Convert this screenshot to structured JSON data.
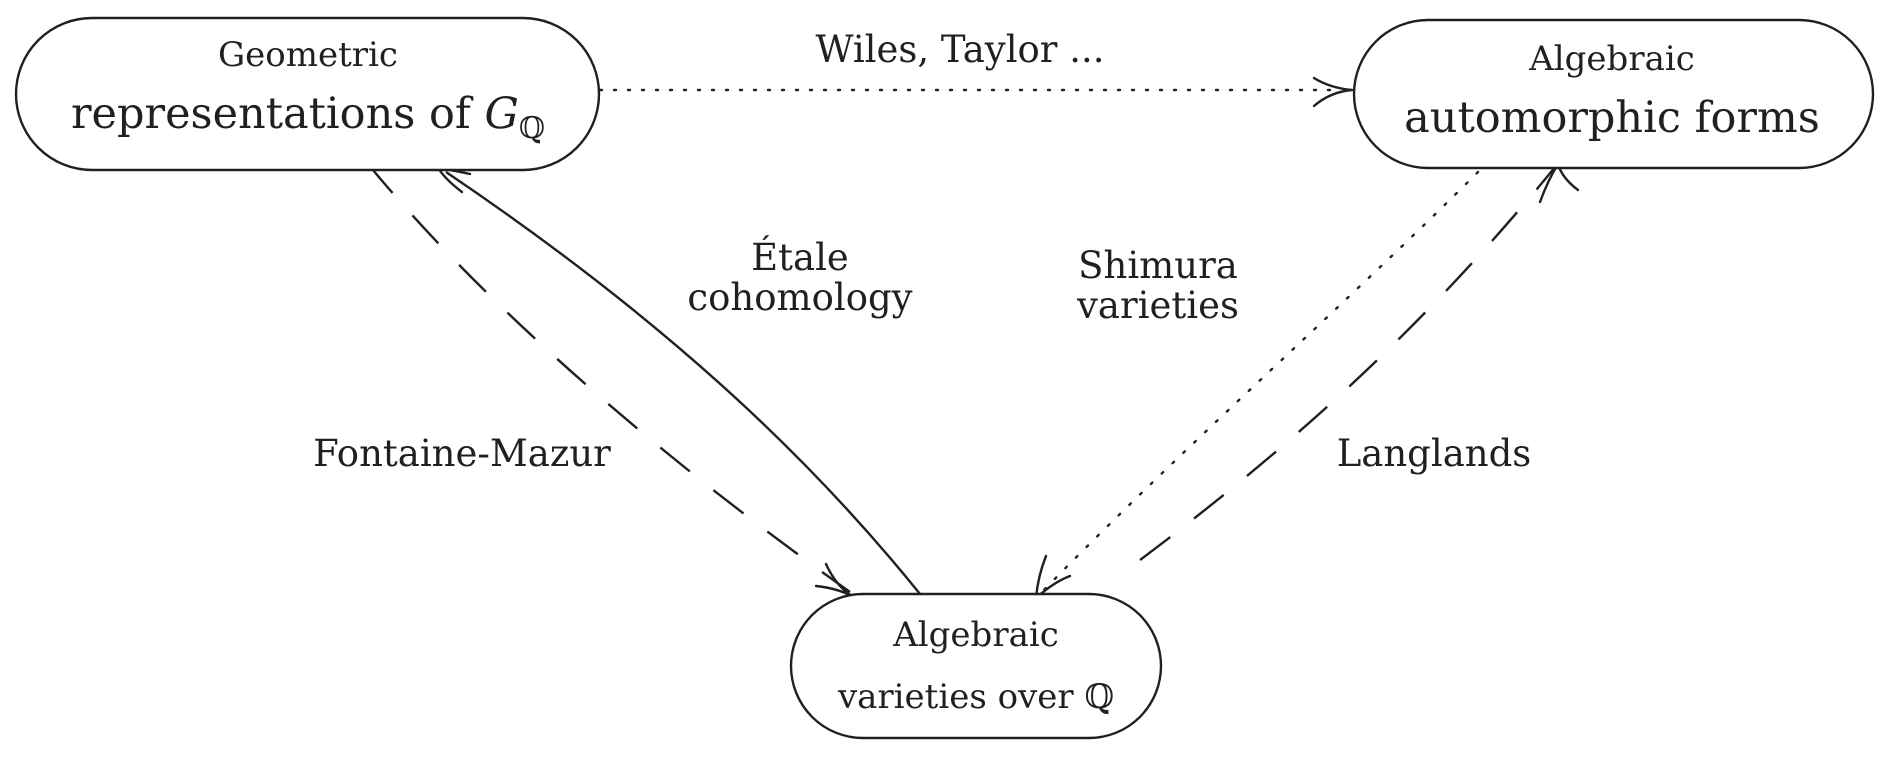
{
  "nodes": {
    "galois": {
      "line1": "Geometric",
      "line2_prefix": "representations of ",
      "line2_symbol": "G",
      "line2_subscript": "ℚ"
    },
    "automorphic": {
      "line1": "Algebraic",
      "line2": "automorphic forms"
    },
    "varieties": {
      "line1": "Algebraic",
      "line2": "varieties over ℚ"
    }
  },
  "edges": {
    "wiles_taylor": {
      "label": "Wiles, Taylor ...",
      "style": "dotted"
    },
    "etale": {
      "line1": "Étale",
      "line2": "cohomology",
      "style": "solid"
    },
    "shimura": {
      "line1": "Shimura",
      "line2": "varieties",
      "style": "dotted"
    },
    "fontaine_mazur": {
      "label": "Fontaine-Mazur",
      "style": "dashed"
    },
    "langlands": {
      "label": "Langlands",
      "style": "dashed"
    }
  },
  "colors": {
    "ink": "#231f20",
    "background": "#ffffff"
  }
}
